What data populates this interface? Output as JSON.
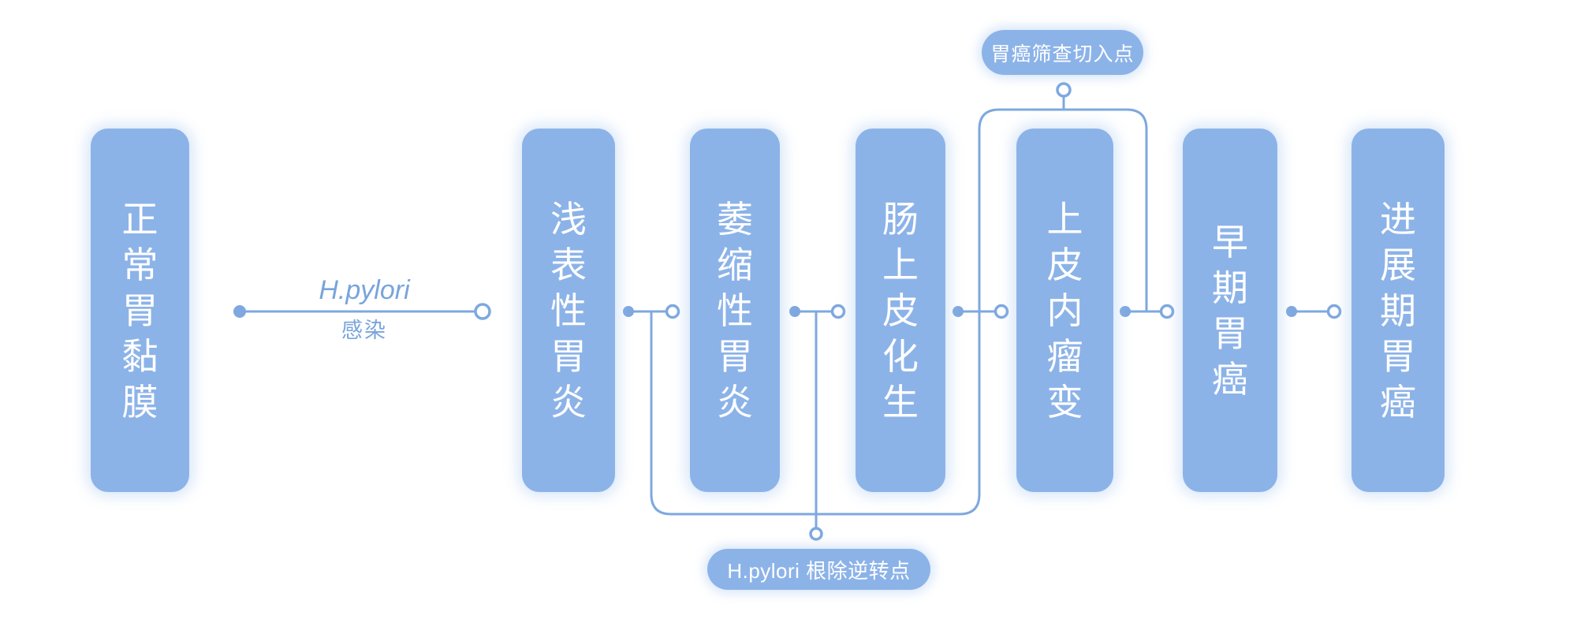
{
  "colors": {
    "background": "#ffffff",
    "node_fill": "#8CB3E8",
    "line": "#7EA8DF",
    "node_text": "#ffffff",
    "label_text": "#79A4DC"
  },
  "stages": [
    {
      "label": "正常胃黏膜"
    },
    {
      "label": "浅表性胃炎"
    },
    {
      "label": "萎缩性胃炎"
    },
    {
      "label": "肠上皮化生"
    },
    {
      "label": "上皮内瘤变"
    },
    {
      "label": "早期胃癌"
    },
    {
      "label": "进展期胃癌"
    }
  ],
  "edge_label": {
    "line1": "H.pylori",
    "line2": "感染"
  },
  "callouts": {
    "screening_entry": "胃癌筛查切入点",
    "eradication_reversal": "H.pylori 根除逆转点"
  }
}
